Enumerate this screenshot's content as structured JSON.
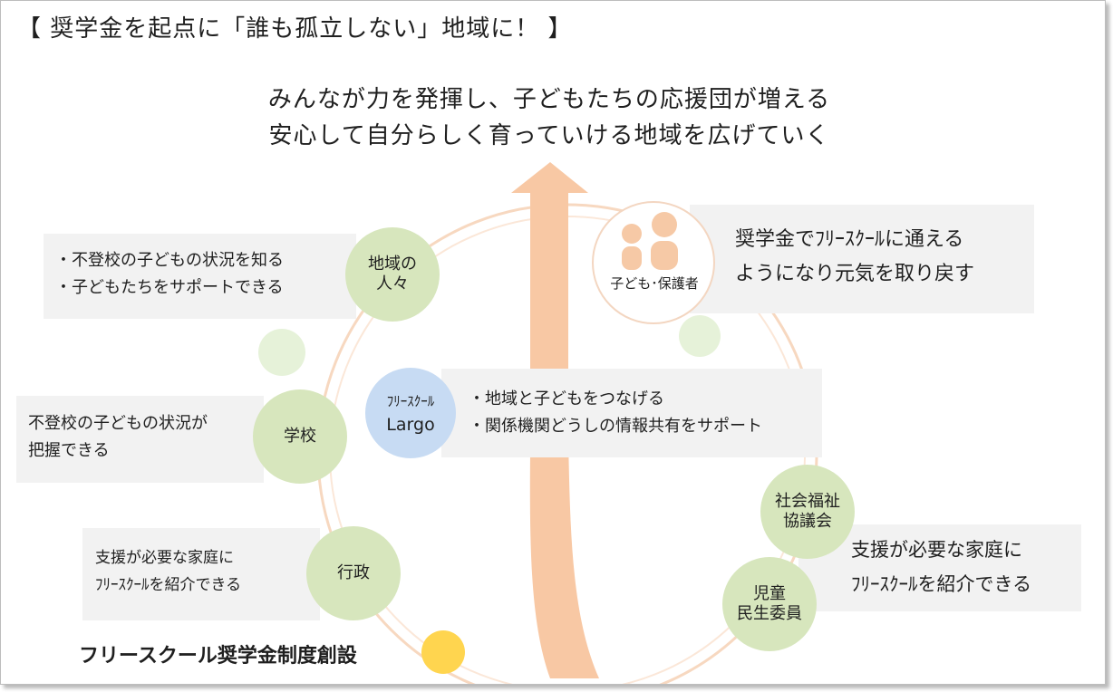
{
  "title": "【 奨学金を起点に「誰も孤立しない」地域に！ 】",
  "headline": {
    "line1": "みんなが力を発揮し、子どもたちの応援団が増える",
    "line2": "安心して自分らしく育っていける地域を広げていく"
  },
  "nodes": {
    "community": {
      "line1": "地域の",
      "line2": "人々"
    },
    "school": "学校",
    "government": "行政",
    "center": {
      "line1": "ﾌﾘｰｽｸｰﾙ",
      "line2": "Largo"
    },
    "child_guardian": "子ども･保護者",
    "welfare": {
      "line1": "社会福祉",
      "line2": "協議会"
    },
    "commissioner": {
      "line1": "児童",
      "line2": "民生委員"
    }
  },
  "boxes": {
    "community": [
      "・不登校の子どもの状況を知る",
      "・子どもたちをサポートできる"
    ],
    "school": [
      "不登校の子どもの状況が",
      "把握できる"
    ],
    "government": [
      "支援が必要な家庭に",
      "ﾌﾘｰｽｸｰﾙを紹介できる"
    ],
    "center": [
      "・地域と子どもをつなげる",
      "・関係機関どうしの情報共有をサポート"
    ],
    "child": [
      "奨学金でﾌﾘｰｽｸｰﾙに通える",
      "ようになり元気を取り戻す"
    ],
    "welfare": [
      "支援が必要な家庭に",
      "ﾌﾘｰｽｸｰﾙを紹介できる"
    ]
  },
  "system_label": "フリースクール奨学金制度創設",
  "colors": {
    "green_circle": "#d7e6bd",
    "blue_circle": "#c7dbf3",
    "yellow_dot": "#ffd54f",
    "arrow": "#f8c8a4",
    "cycle_ring": "#f7d8c0",
    "box_bg": "#f2f2f2",
    "pale_green": "#e6f2d9",
    "people_icon": "#f6c9a6"
  },
  "icons": [
    "people-icon",
    "up-arrow"
  ]
}
